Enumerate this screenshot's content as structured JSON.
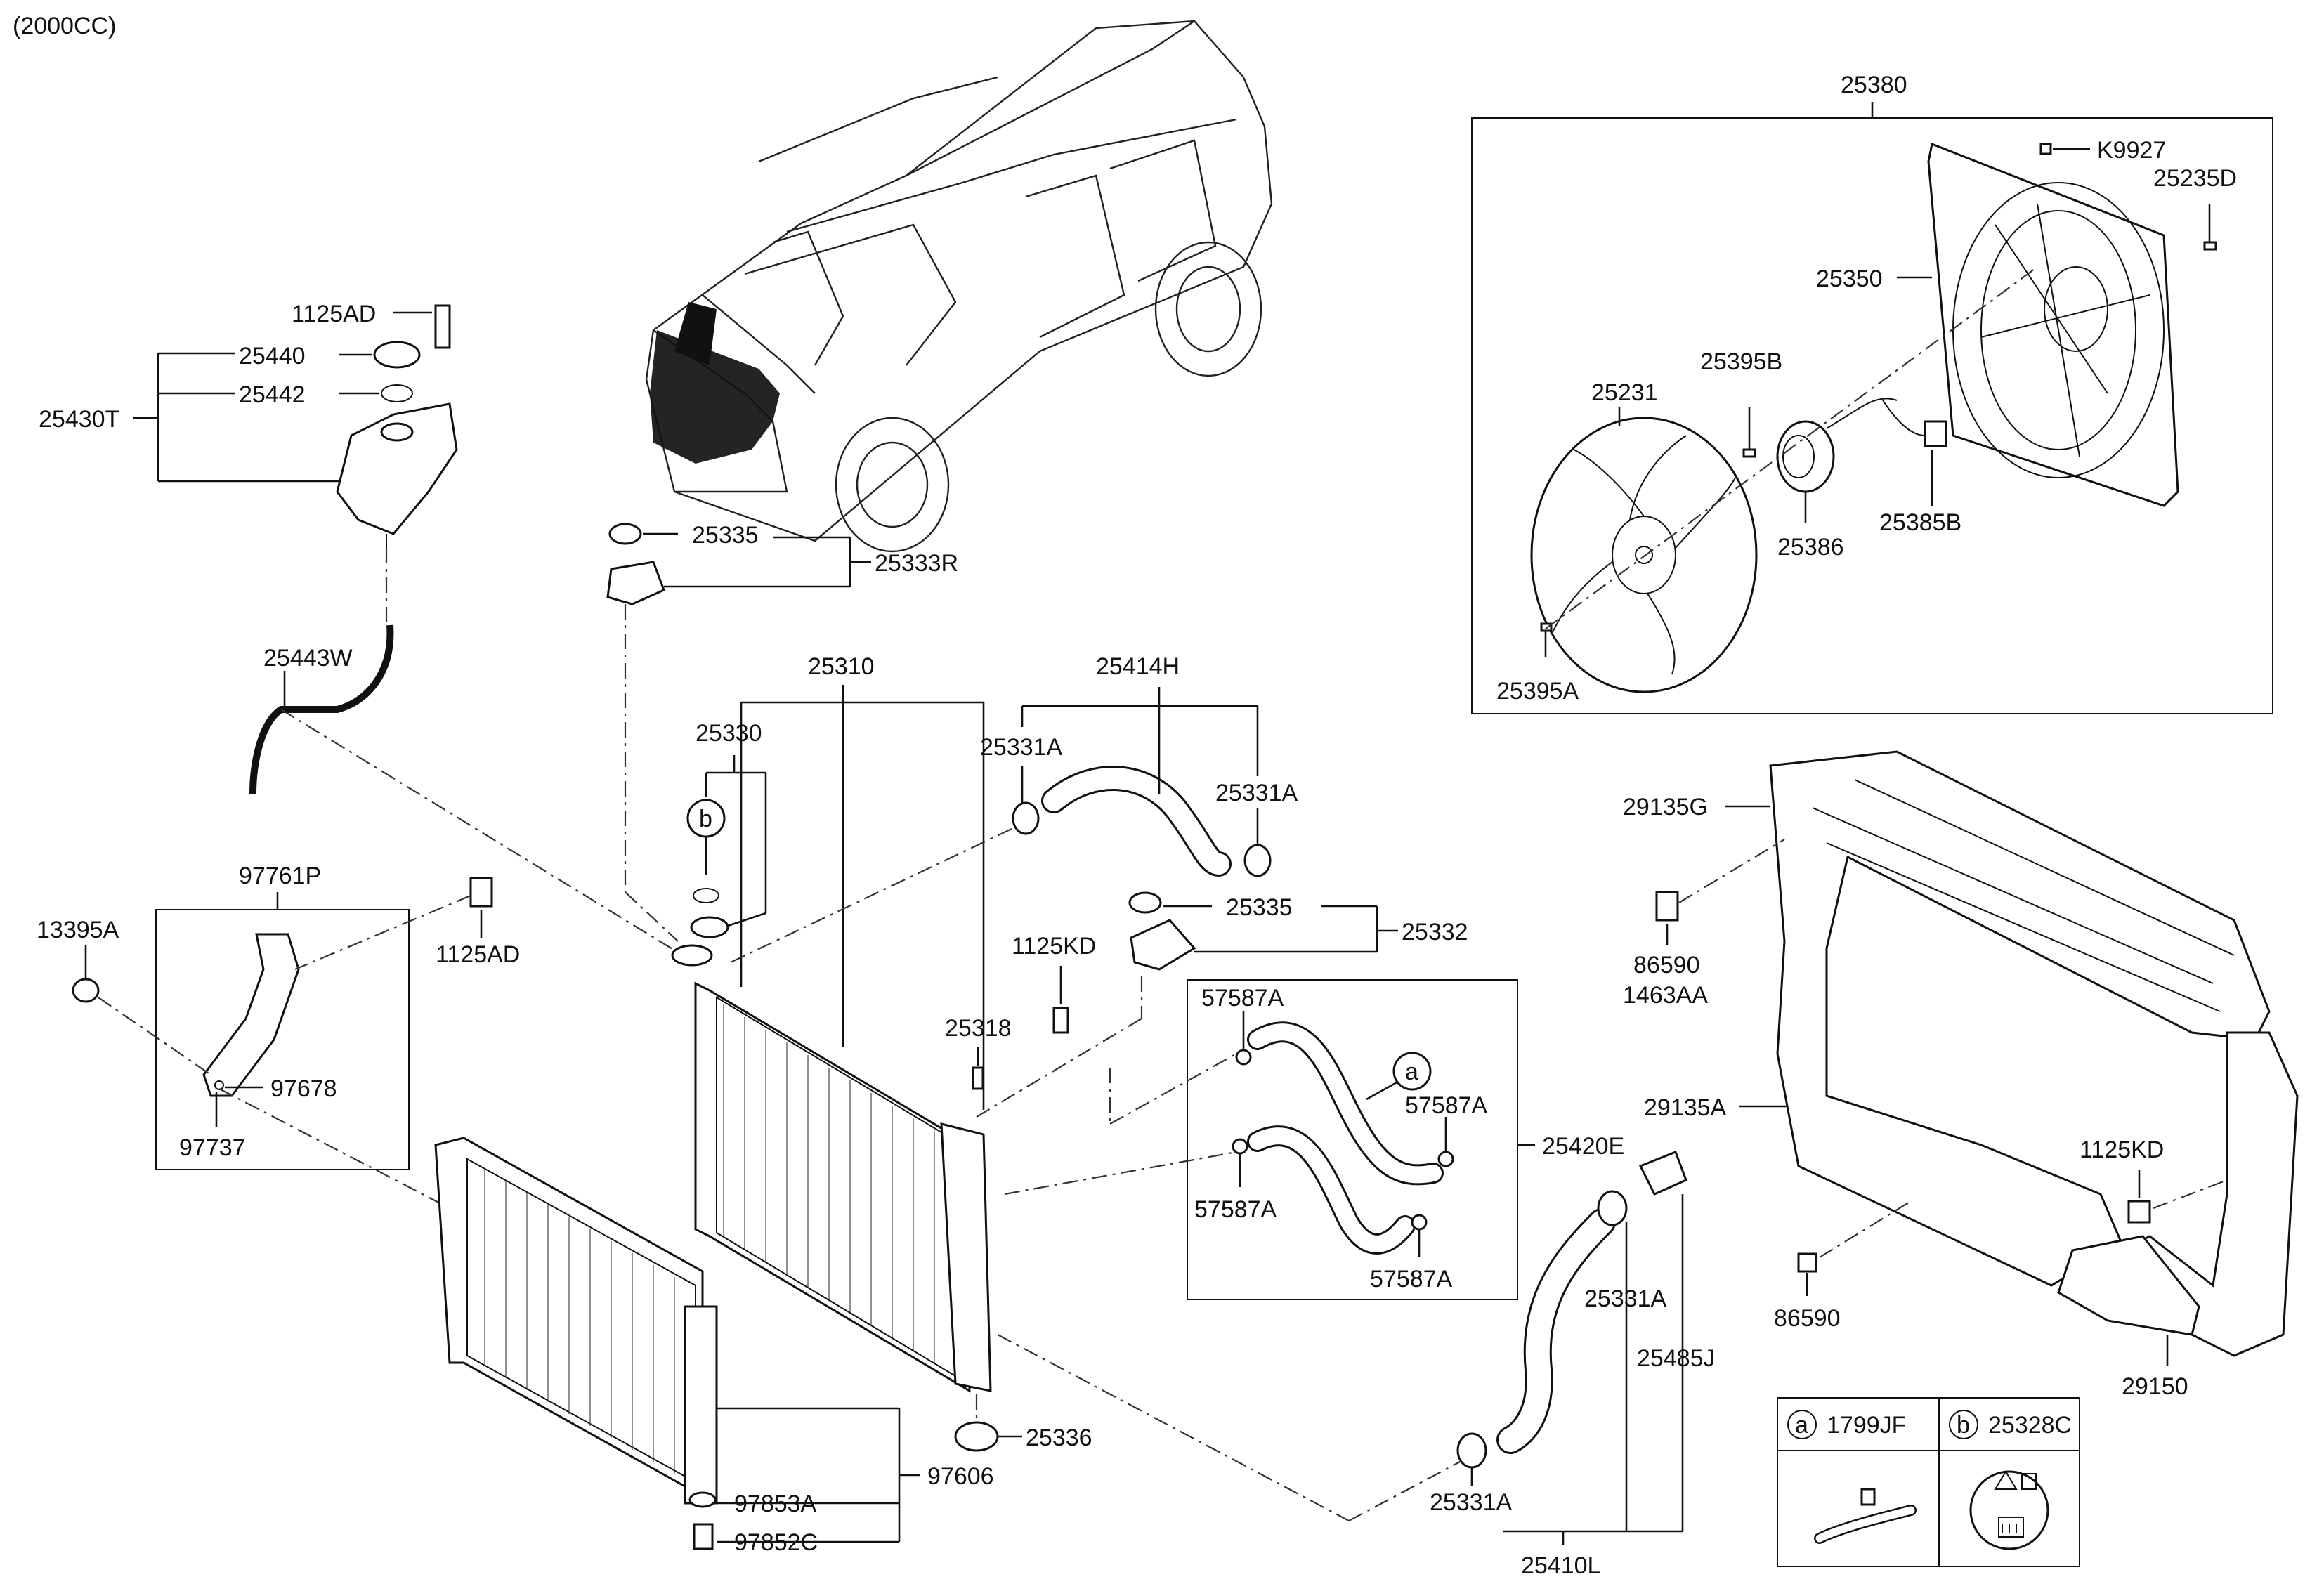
{
  "header": {
    "engine": "(2000CC)"
  },
  "labels": {
    "p25380": "25380",
    "pK9927": "K9927",
    "p25235D": "25235D",
    "p25350": "25350",
    "p25231": "25231",
    "p25395B": "25395B",
    "p25386": "25386",
    "p25385B": "25385B",
    "p25395A": "25395A",
    "p1125AD_top": "1125AD",
    "p25440": "25440",
    "p25442": "25442",
    "p25430T": "25430T",
    "p25335_top": "25335",
    "p25333R": "25333R",
    "p25443W": "25443W",
    "p25310": "25310",
    "p25414H": "25414H",
    "p25330": "25330",
    "p25331A_1": "25331A",
    "p25331A_2": "25331A",
    "p25335_mid": "25335",
    "p25332": "25332",
    "p1125KD_mid": "1125KD",
    "p25318": "25318",
    "p97761P": "97761P",
    "p13395A": "13395A",
    "p1125AD_mid": "1125AD",
    "p97678": "97678",
    "p97737": "97737",
    "p57587A_1": "57587A",
    "p57587A_2": "57587A",
    "p57587A_3": "57587A",
    "p57587A_4": "57587A",
    "p25420E": "25420E",
    "p25336": "25336",
    "p97606": "97606",
    "p97853A": "97853A",
    "p97852C": "97852C",
    "p25331A_3": "25331A",
    "p25485J": "25485J",
    "p25331A_4": "25331A",
    "p25410L": "25410L",
    "p29135G": "29135G",
    "p86590_1": "86590",
    "p1463AA": "1463AA",
    "p29135A": "29135A",
    "p1125KD_right": "1125KD",
    "p86590_2": "86590",
    "p29150": "29150"
  },
  "callout_b": "b",
  "callout_a": "a",
  "legend": {
    "a_marker": "a",
    "a_part": "1799JF",
    "b_marker": "b",
    "b_part": "25328C"
  }
}
